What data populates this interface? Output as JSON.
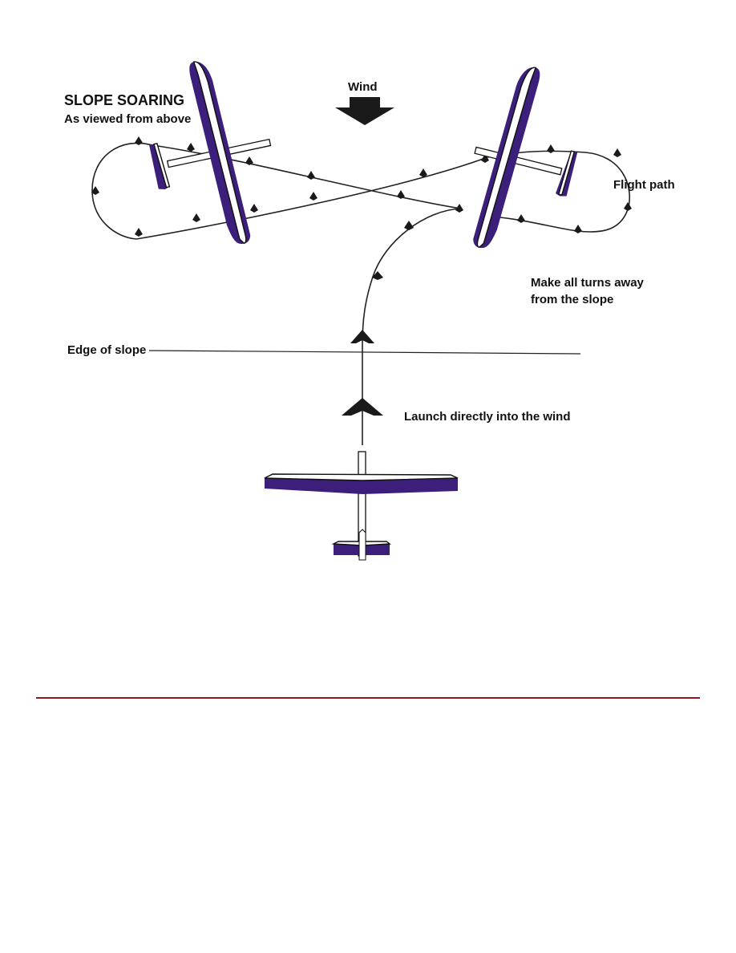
{
  "title": "SLOPE SOARING",
  "subtitle": "As viewed from above",
  "labels": {
    "wind": "Wind",
    "flight_path": "Flight path",
    "turns_line1": "Make all turns away",
    "turns_line2": "from the slope",
    "edge": "Edge of slope",
    "launch": "Launch directly into the wind"
  },
  "colors": {
    "wing_underside": "#3c1f7a",
    "separator": "#8b1a1a"
  },
  "icons": [
    "wind-arrow-icon",
    "glider-icon",
    "direction-arrow-icon"
  ]
}
